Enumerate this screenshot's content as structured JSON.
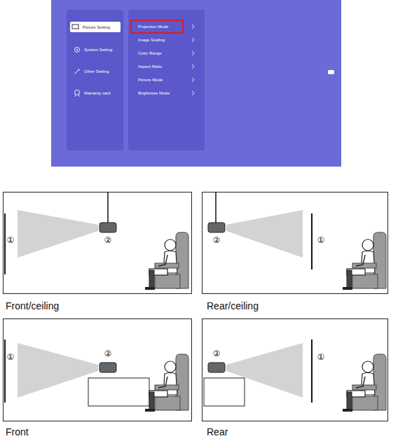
{
  "diagram": {
    "nodes": [
      {
        "text": [
          "System Setting",
          "Other Setting",
          "Warranty card"
        ]
      },
      {
        "text": [
          "Picture Setting"
        ],
        "in": 0
      },
      {
        "text": [
          "Image Scaling",
          "Color Range",
          "Aspect Ratio",
          "Picture Mode",
          "Brightness Mode"
        ]
      },
      {
        "text": [
          "Projection Mode"
        ],
        "in": 2
      },
      {
        "text": [
          "①",
          "②",
          "Front/ceiling"
        ]
      },
      {
        "text": [
          "②",
          "①",
          "Rear/ceiling"
        ]
      },
      {
        "text": [
          "①",
          "②",
          "Front"
        ]
      },
      {
        "text": [
          "②",
          "①",
          "Rear"
        ]
      }
    ]
  }
}
